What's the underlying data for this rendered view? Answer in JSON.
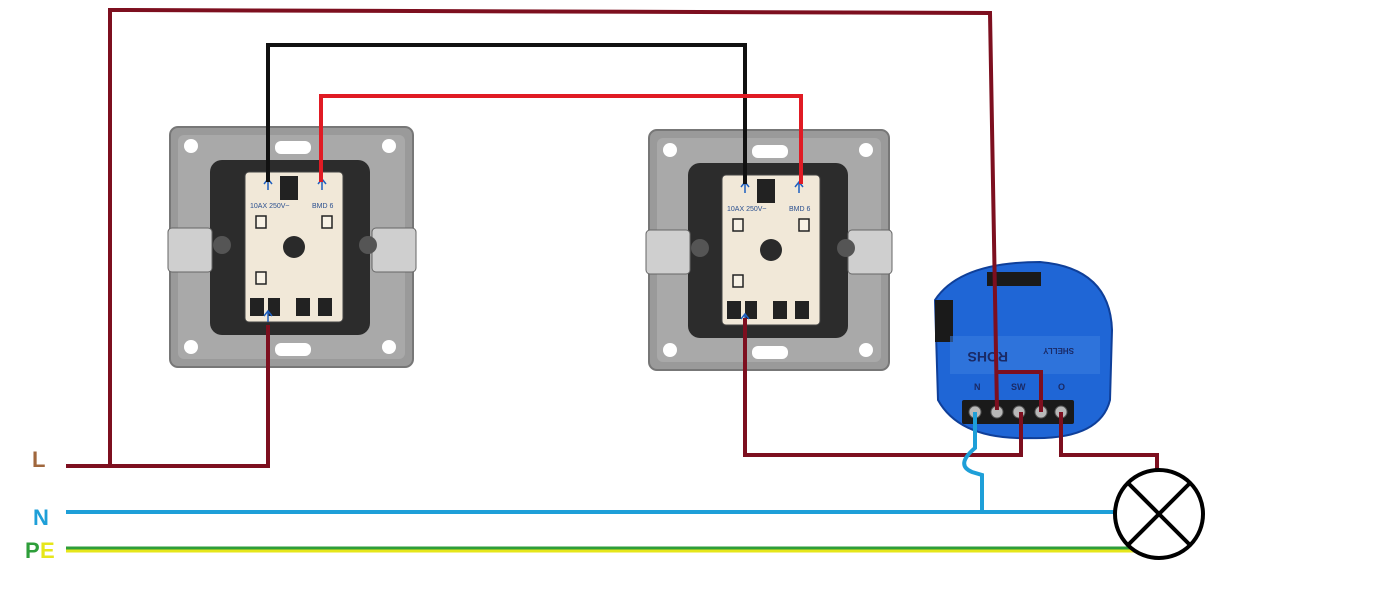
{
  "lines": {
    "L": "L",
    "N": "N",
    "PE_P": "P",
    "PE_E": "E"
  },
  "switches": [
    {
      "rating": "10AX 250V~",
      "code": "BMD 6"
    },
    {
      "rating": "10AX 250V~",
      "code": "BMD 6"
    }
  ],
  "relay": {
    "brand": "SHELLY",
    "spec": "ROHS",
    "terminals": [
      "N",
      "SW",
      "O"
    ]
  },
  "colors": {
    "live": "#7d0f1f",
    "black": "#111111",
    "red": "#e01b24",
    "neutral": "#1e9fd8",
    "pe_green": "#2e9e3a",
    "pe_yellow": "#e6e61a",
    "relay_blue": "#1f66d6",
    "label_L": "#a0673d"
  }
}
